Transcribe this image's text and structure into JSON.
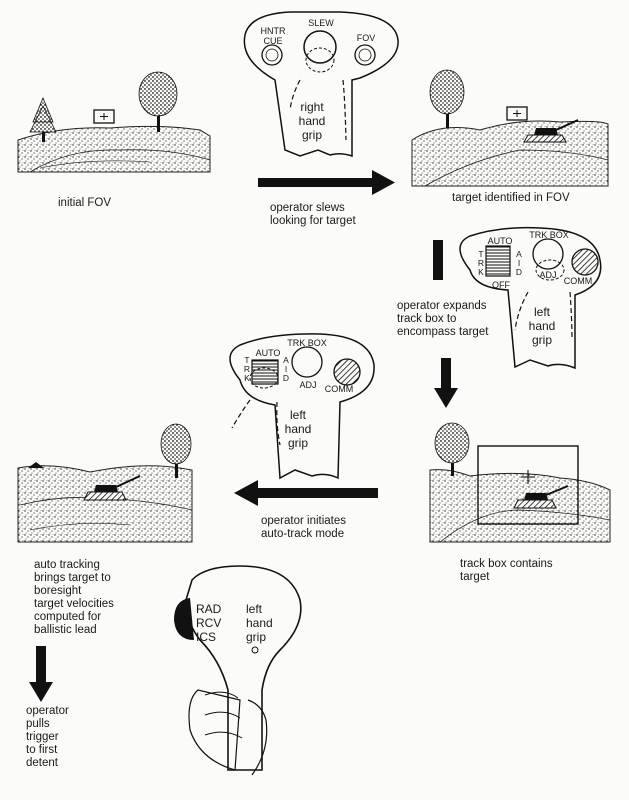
{
  "scene_captions": {
    "initial": "initial FOV",
    "identified": "target identified in FOV",
    "track_box": "track box contains\ntarget",
    "auto_tracking": "auto tracking\nbrings target to\nboresight\ntarget velocities\ncomputed for\nballistic lead"
  },
  "step_captions": {
    "slew": "operator slews\nlooking for target",
    "expand": "operator expands\ntrack box to\nencompass target",
    "initiate": "operator initiates\nauto-track mode",
    "trigger": "operator\npulls\ntrigger\nto first\ndetent"
  },
  "right_grip": {
    "hntr_cue": "HNTR\nCUE",
    "slew": "SLEW",
    "fov": "FOV",
    "label": "right\nhand\ngrip"
  },
  "left_grip_1": {
    "trk_box": "TRK BOX",
    "auto": "AUTO",
    "trk": "T\nR\nK",
    "aid": "A\nI\nD",
    "off": "OFF",
    "adj": "ADJ",
    "comm": "COMM",
    "label": "left\nhand\ngrip"
  },
  "left_grip_2": {
    "trk_box": "TRK BOX",
    "auto": "AUTO",
    "trk": "T\nR\nK",
    "aid": "A\nI\nD",
    "adj": "ADJ",
    "comm": "COMM",
    "label": "left\nhand\ngrip"
  },
  "handle": {
    "switches": "RAD\nRCV\nICS",
    "label": "left\nhand\ngrip"
  },
  "colors": {
    "ink": "#1a1a1a",
    "paper": "#fbfbf9"
  }
}
